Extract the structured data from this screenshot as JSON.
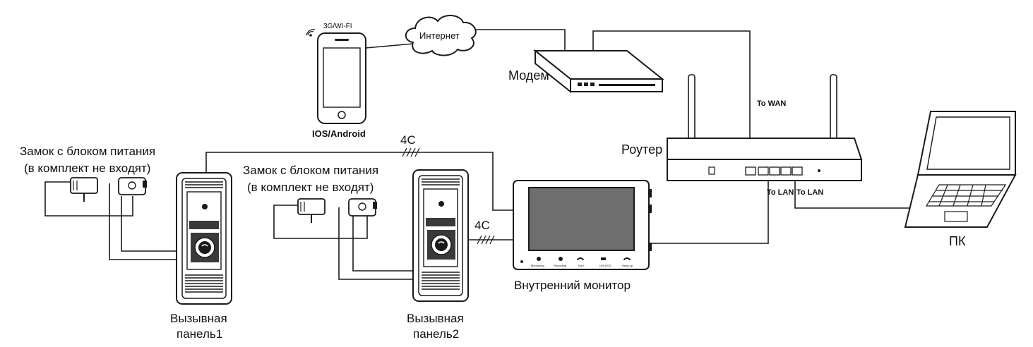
{
  "colors": {
    "line": "#1a1a1a",
    "screen": "#6e6e6e",
    "panel_dark": "#3a3a3a",
    "background": "#ffffff"
  },
  "labels": {
    "phone_signal": "3G/WI-FI",
    "internet": "Интернет",
    "phone": "IOS/Android",
    "modem": "Модем",
    "router": "Роутер",
    "to_wan": "To WAN",
    "to_lan_1": "To LAN",
    "to_lan_2": "To LAN",
    "pc": "ПК",
    "lock1_line1": "Замок с блоком питания",
    "lock1_line2": "(в комплект не входят)",
    "lock2_line1": "Замок с блоком питания",
    "lock2_line2": "(в комплект не входят)",
    "cable_top": "4C",
    "cable_mid": "4C",
    "monitor": "Внутренний монитор",
    "panel1_line1": "Вызывная",
    "panel1_line2": "панель1",
    "panel2_line1": "Вызывная",
    "panel2_line2": "панель2"
  },
  "monitor_buttons": [
    "Monitoring",
    "Recording",
    "TALK",
    "UNLOCK",
    "Hang up"
  ],
  "icons": [
    "wifi-icon",
    "cloud-icon",
    "smartphone-icon",
    "modem-icon",
    "router-icon",
    "laptop-icon",
    "lock-icon",
    "power-adapter-icon",
    "call-button-icon",
    "camera-icon"
  ]
}
